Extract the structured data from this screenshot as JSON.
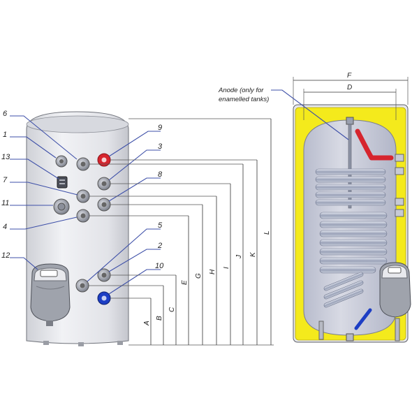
{
  "front_callouts": [
    {
      "id": "c6",
      "label": "6"
    },
    {
      "id": "c1",
      "label": "1"
    },
    {
      "id": "c13",
      "label": "13"
    },
    {
      "id": "c7",
      "label": "7"
    },
    {
      "id": "c11",
      "label": "11"
    },
    {
      "id": "c4",
      "label": "4"
    },
    {
      "id": "c12",
      "label": "12"
    },
    {
      "id": "c9",
      "label": "9"
    },
    {
      "id": "c3",
      "label": "3"
    },
    {
      "id": "c8",
      "label": "8"
    },
    {
      "id": "c5",
      "label": "5"
    },
    {
      "id": "c2",
      "label": "2"
    },
    {
      "id": "c10",
      "label": "10"
    }
  ],
  "dimension_labels": [
    "A",
    "B",
    "C",
    "E",
    "G",
    "H",
    "I",
    "J",
    "K",
    "L"
  ],
  "section_dimensions": {
    "outer": "F",
    "inner": "D"
  },
  "anode_note": [
    "Anode (only for",
    "enamelled tanks)"
  ],
  "colors": {
    "shell": "#e4e5e9",
    "insulation": "#f4ea1c",
    "tank": "#c9ccda",
    "hot_outlet": "#d6252e",
    "cold_inlet": "#1d3ec4",
    "leader": "#3d4fa8",
    "coil": "#aeb5c8"
  }
}
